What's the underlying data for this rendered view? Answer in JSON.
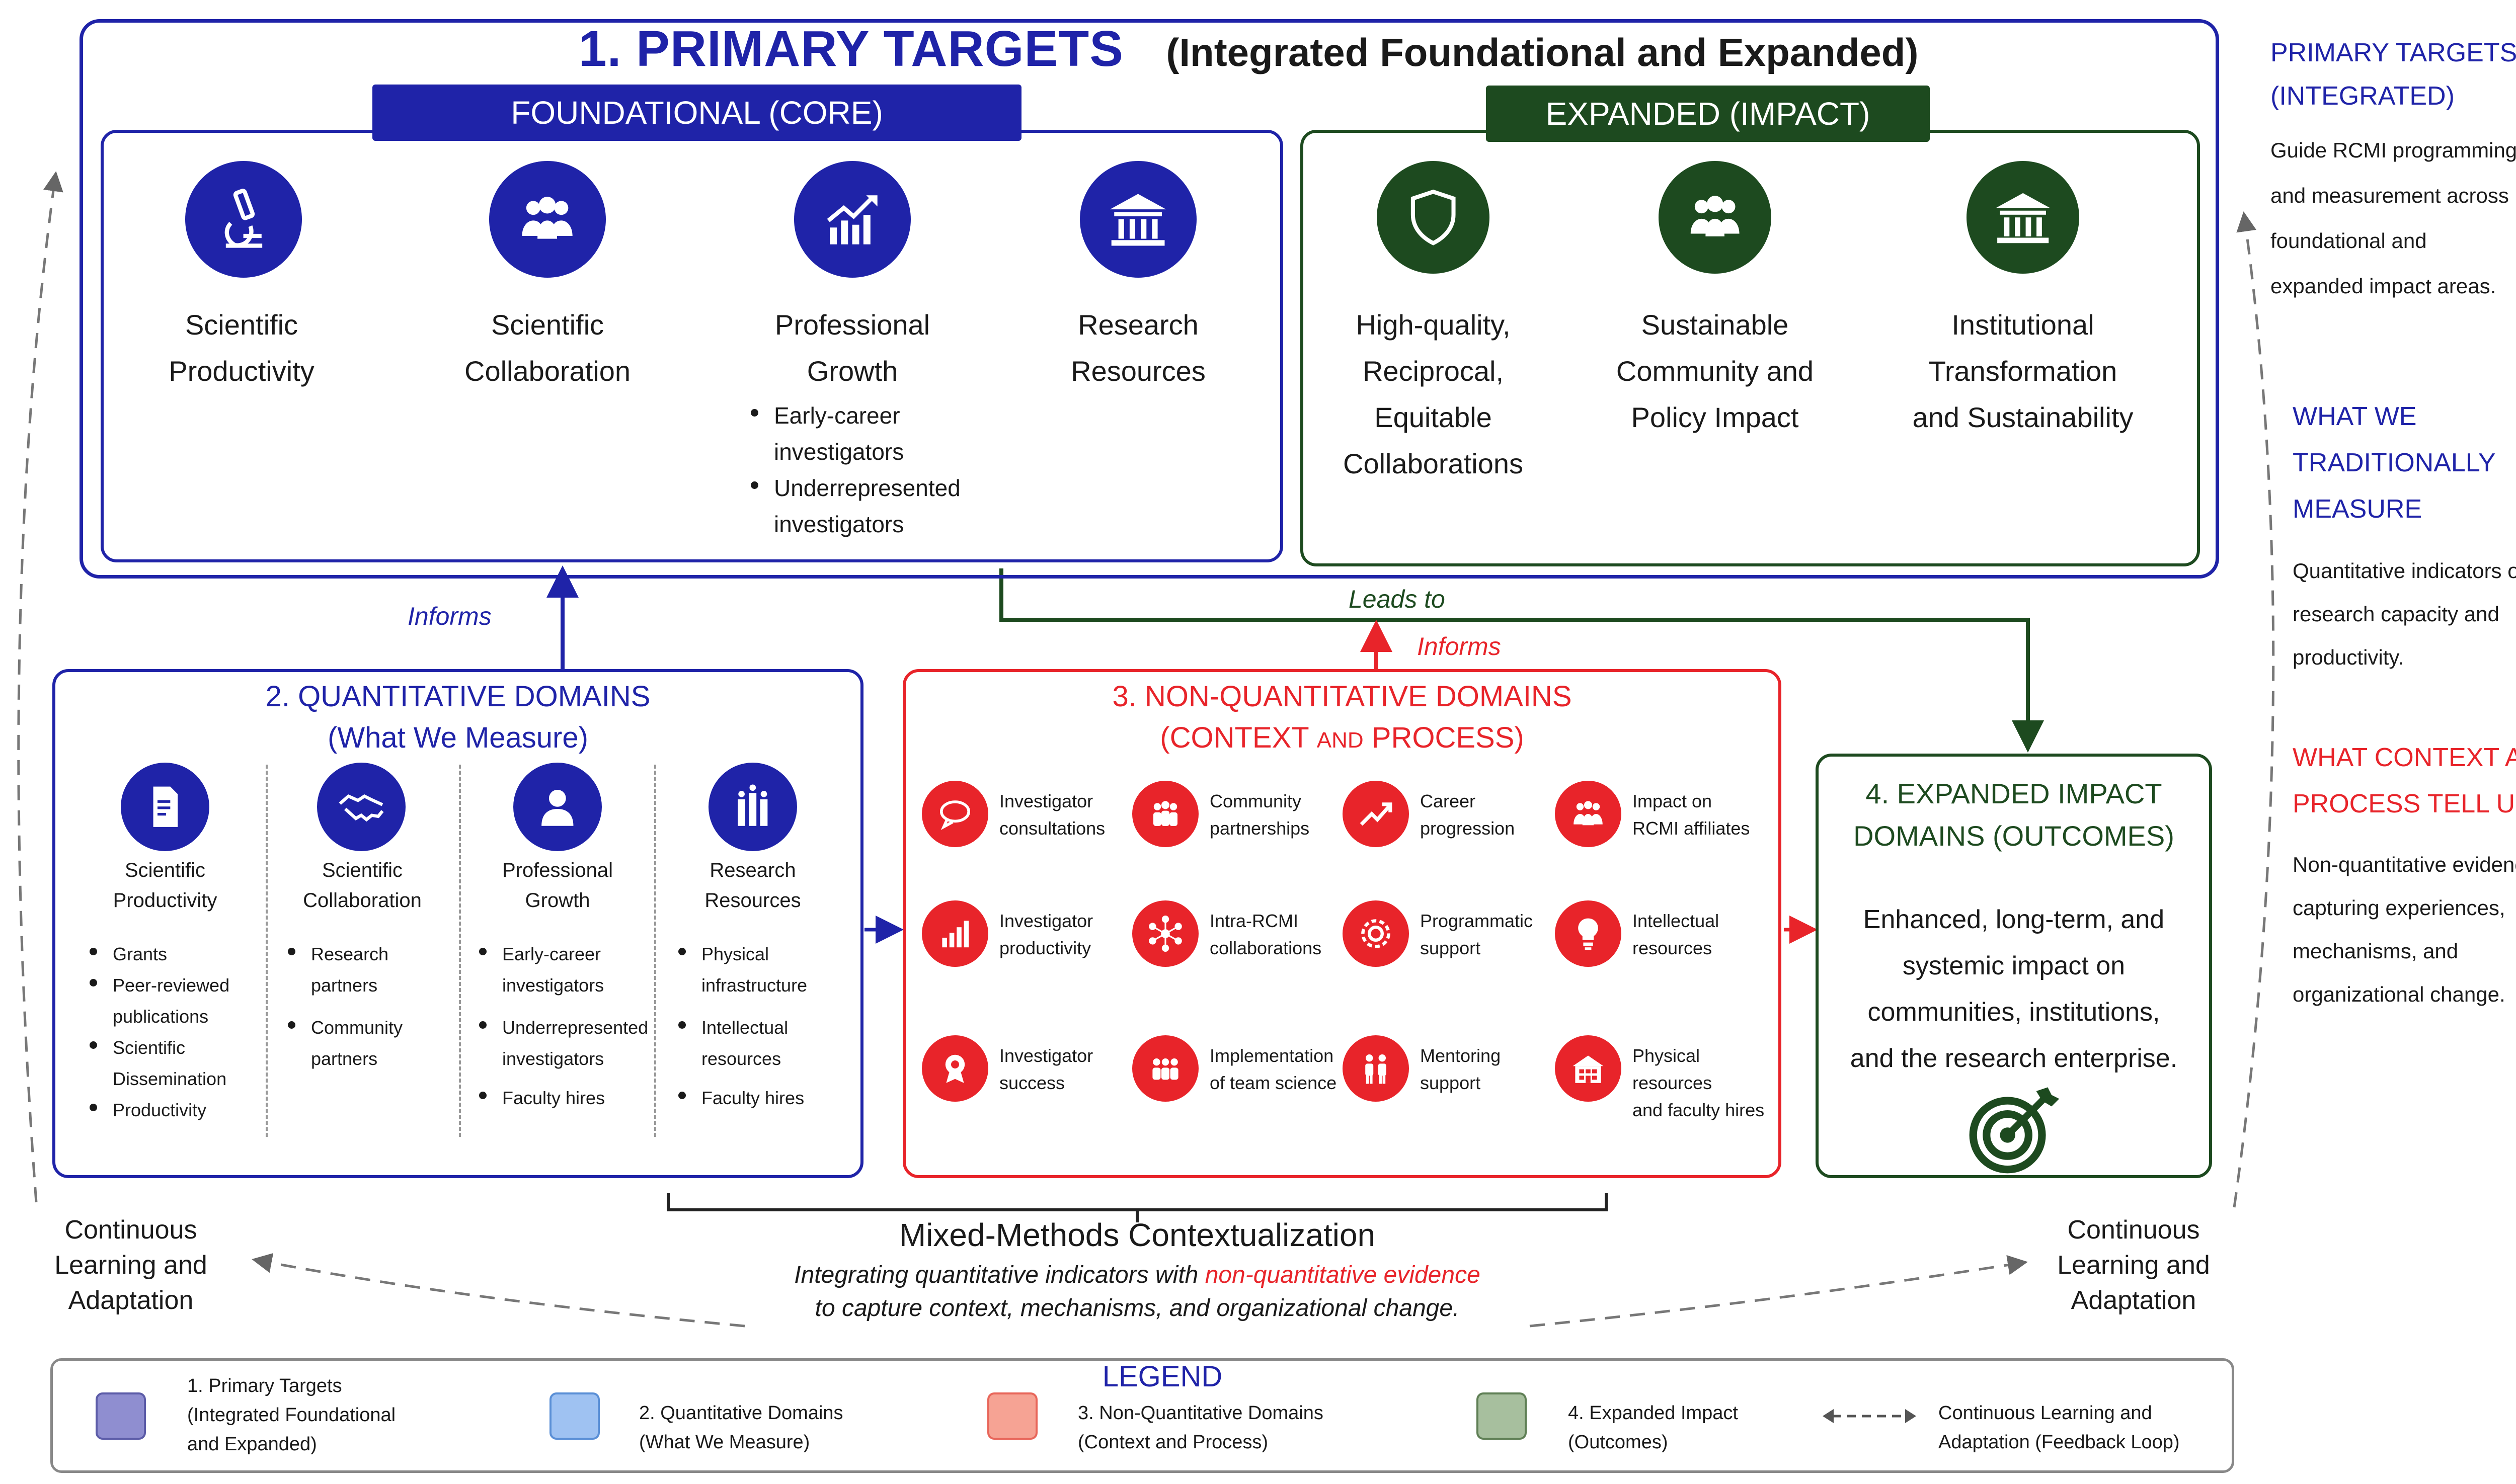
{
  "primary": {
    "title": "1. PRIMARY TARGETS",
    "subtitle": "(Integrated Foundational and Expanded)",
    "foundational": {
      "tag": "FOUNDATIONAL (CORE)",
      "items": [
        {
          "icon": "microscope-icon",
          "l1": "Scientific",
          "l2": "Productivity"
        },
        {
          "icon": "group-icon",
          "l1": "Scientific",
          "l2": "Collaboration"
        },
        {
          "icon": "growth-chart-icon",
          "l1": "Professional",
          "l2": "Growth",
          "bullets": [
            "Early-career",
            "investigators",
            "Underrepresented",
            "investigators"
          ]
        },
        {
          "icon": "institution-icon",
          "l1": "Research",
          "l2": "Resources"
        }
      ]
    },
    "expanded": {
      "tag": "EXPANDED (IMPACT)",
      "items": [
        {
          "icon": "shield-icon",
          "lines": [
            "High-quality,",
            "Reciprocal,",
            "Equitable",
            "Collaborations"
          ]
        },
        {
          "icon": "group-icon",
          "lines": [
            "Sustainable",
            "Community and",
            "Policy Impact"
          ]
        },
        {
          "icon": "institution-icon",
          "lines": [
            "Institutional",
            "Transformation",
            "and Sustainability"
          ]
        }
      ]
    }
  },
  "arrows": {
    "informs_left": "Informs",
    "leads_to": "Leads to",
    "informs_right": "Informs"
  },
  "quant": {
    "title": "2. QUANTITATIVE DOMAINS",
    "subtitle": "(What We Measure)",
    "cols": [
      {
        "icon": "document-icon",
        "l1": "Scientific",
        "l2": "Productivity",
        "bullets": [
          [
            "Grants"
          ],
          [
            "Peer-reviewed",
            "publications"
          ],
          [
            "Scientific",
            "Dissemination"
          ],
          [
            "Productivity"
          ]
        ]
      },
      {
        "icon": "handshake-icon",
        "l1": "Scientific",
        "l2": "Collaboration",
        "bullets": [
          [
            "Research",
            "partners"
          ],
          [
            "Community",
            "partners"
          ]
        ]
      },
      {
        "icon": "person-icon",
        "l1": "Professional",
        "l2": "Growth",
        "bullets": [
          [
            "Early-career",
            "investigators"
          ],
          [
            "Underrepresented",
            "investigators"
          ],
          [
            "Faculty hires"
          ]
        ]
      },
      {
        "icon": "building-icon",
        "l1": "Research",
        "l2": "Resources",
        "bullets": [
          [
            "Physical",
            "infrastructure"
          ],
          [
            "Intellectual",
            "resources"
          ],
          [
            "Faculty hires"
          ]
        ]
      }
    ]
  },
  "nonquant": {
    "title": "3. NON-QUANTITATIVE DOMAINS",
    "subtitle_a": "(CONTEXT ",
    "subtitle_and": "AND",
    "subtitle_b": " PROCESS)",
    "items": [
      {
        "icon": "speech-bubble-icon",
        "l1": "Investigator",
        "l2": "consultations"
      },
      {
        "icon": "community-icon",
        "l1": "Community",
        "l2": "partnerships"
      },
      {
        "icon": "trend-arrow-icon",
        "l1": "Career",
        "l2": "progression"
      },
      {
        "icon": "people-icon",
        "l1": "Impact on",
        "l2": "RCMI affiliates"
      },
      {
        "icon": "bar-chart-icon",
        "l1": "Investigator",
        "l2": "productivity"
      },
      {
        "icon": "network-icon",
        "l1": "Intra-RCMI",
        "l2": "collaborations"
      },
      {
        "icon": "gear-icon",
        "l1": "Programmatic",
        "l2": "support"
      },
      {
        "icon": "lightbulb-icon",
        "l1": "Intellectual",
        "l2": "resources"
      },
      {
        "icon": "award-icon",
        "l1": "Investigator",
        "l2": "success"
      },
      {
        "icon": "team-icon",
        "l1": "Implementation",
        "l2": "of team science"
      },
      {
        "icon": "mentor-icon",
        "l1": "Mentoring",
        "l2": "support"
      },
      {
        "icon": "facility-icon",
        "l1": "Physical resources",
        "l2": "and faculty hires"
      }
    ]
  },
  "outcome": {
    "title1": "4. EXPANDED IMPACT",
    "title2": "DOMAINS (OUTCOMES)",
    "lines": [
      "Enhanced, long-term, and",
      "systemic impact on",
      "communities, institutions,",
      "and the research enterprise."
    ],
    "icon": "target-icon"
  },
  "mixed": {
    "title": "Mixed-Methods Contextualization",
    "line1a": "Integrating quantitative indicators with ",
    "line1b": "non-quantitative evidence",
    "line2": "to capture context, mechanisms, and organizational change."
  },
  "loop_left": [
    "Continuous",
    "Learning and",
    "Adaptation"
  ],
  "loop_right": [
    "Continuous",
    "Learning and",
    "Adaptation"
  ],
  "side": {
    "t1": [
      "PRIMARY TARGETS",
      "(INTEGRATED)"
    ],
    "d1": [
      "Guide RCMI programming",
      "and measurement across",
      "foundational and",
      "expanded impact areas."
    ],
    "t2": [
      "WHAT WE",
      "TRADITIONALLY",
      "MEASURE"
    ],
    "d2": [
      "Quantitative indicators of",
      "research capacity and",
      "productivity."
    ],
    "t3": [
      "WHAT CONTEXT AND",
      "PROCESS TELL US"
    ],
    "d3": [
      "Non-quantitative evidence",
      "capturing experiences,",
      "mechanisms, and",
      "organizational change."
    ]
  },
  "legend": {
    "title": "LEGEND",
    "items": [
      {
        "color": "#8f8ed0",
        "l1": "1. Primary Targets",
        "l2": "(Integrated Foundational",
        "l3": "and Expanded)"
      },
      {
        "color": "#9fc2f2",
        "l1": "2. Quantitative Domains",
        "l2": "(What We Measure)"
      },
      {
        "color": "#f6a394",
        "l1": "3. Non-Quantitative Domains",
        "l2": "(Context and Process)"
      },
      {
        "color": "#a7bf9e",
        "l1": "4. Expanded Impact",
        "l2": "(Outcomes)"
      }
    ],
    "loop_l1": "Continuous Learning and",
    "loop_l2": "Adaptation (Feedback Loop)"
  },
  "colors": {
    "blue": "#1f23a8",
    "green": "#1d4a1f",
    "red": "#e8242a"
  }
}
